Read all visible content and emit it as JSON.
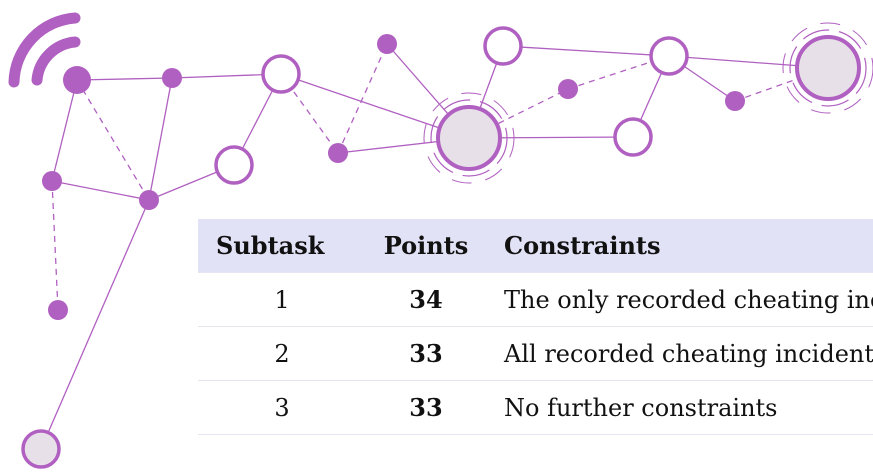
{
  "table": {
    "headers": {
      "subtask": "Subtask",
      "points": "Points",
      "constraints": "Constraints"
    },
    "rows": [
      {
        "subtask": "1",
        "points": "34",
        "constraints": "The only recorded cheating inc"
      },
      {
        "subtask": "2",
        "points": "33",
        "constraints": "All recorded cheating incidents"
      },
      {
        "subtask": "3",
        "points": "33",
        "constraints": "No further constraints"
      }
    ]
  },
  "colors": {
    "accent": "#b060c0",
    "node_fill": "#e8e0e8",
    "header_bg": "#e2e2f6"
  }
}
